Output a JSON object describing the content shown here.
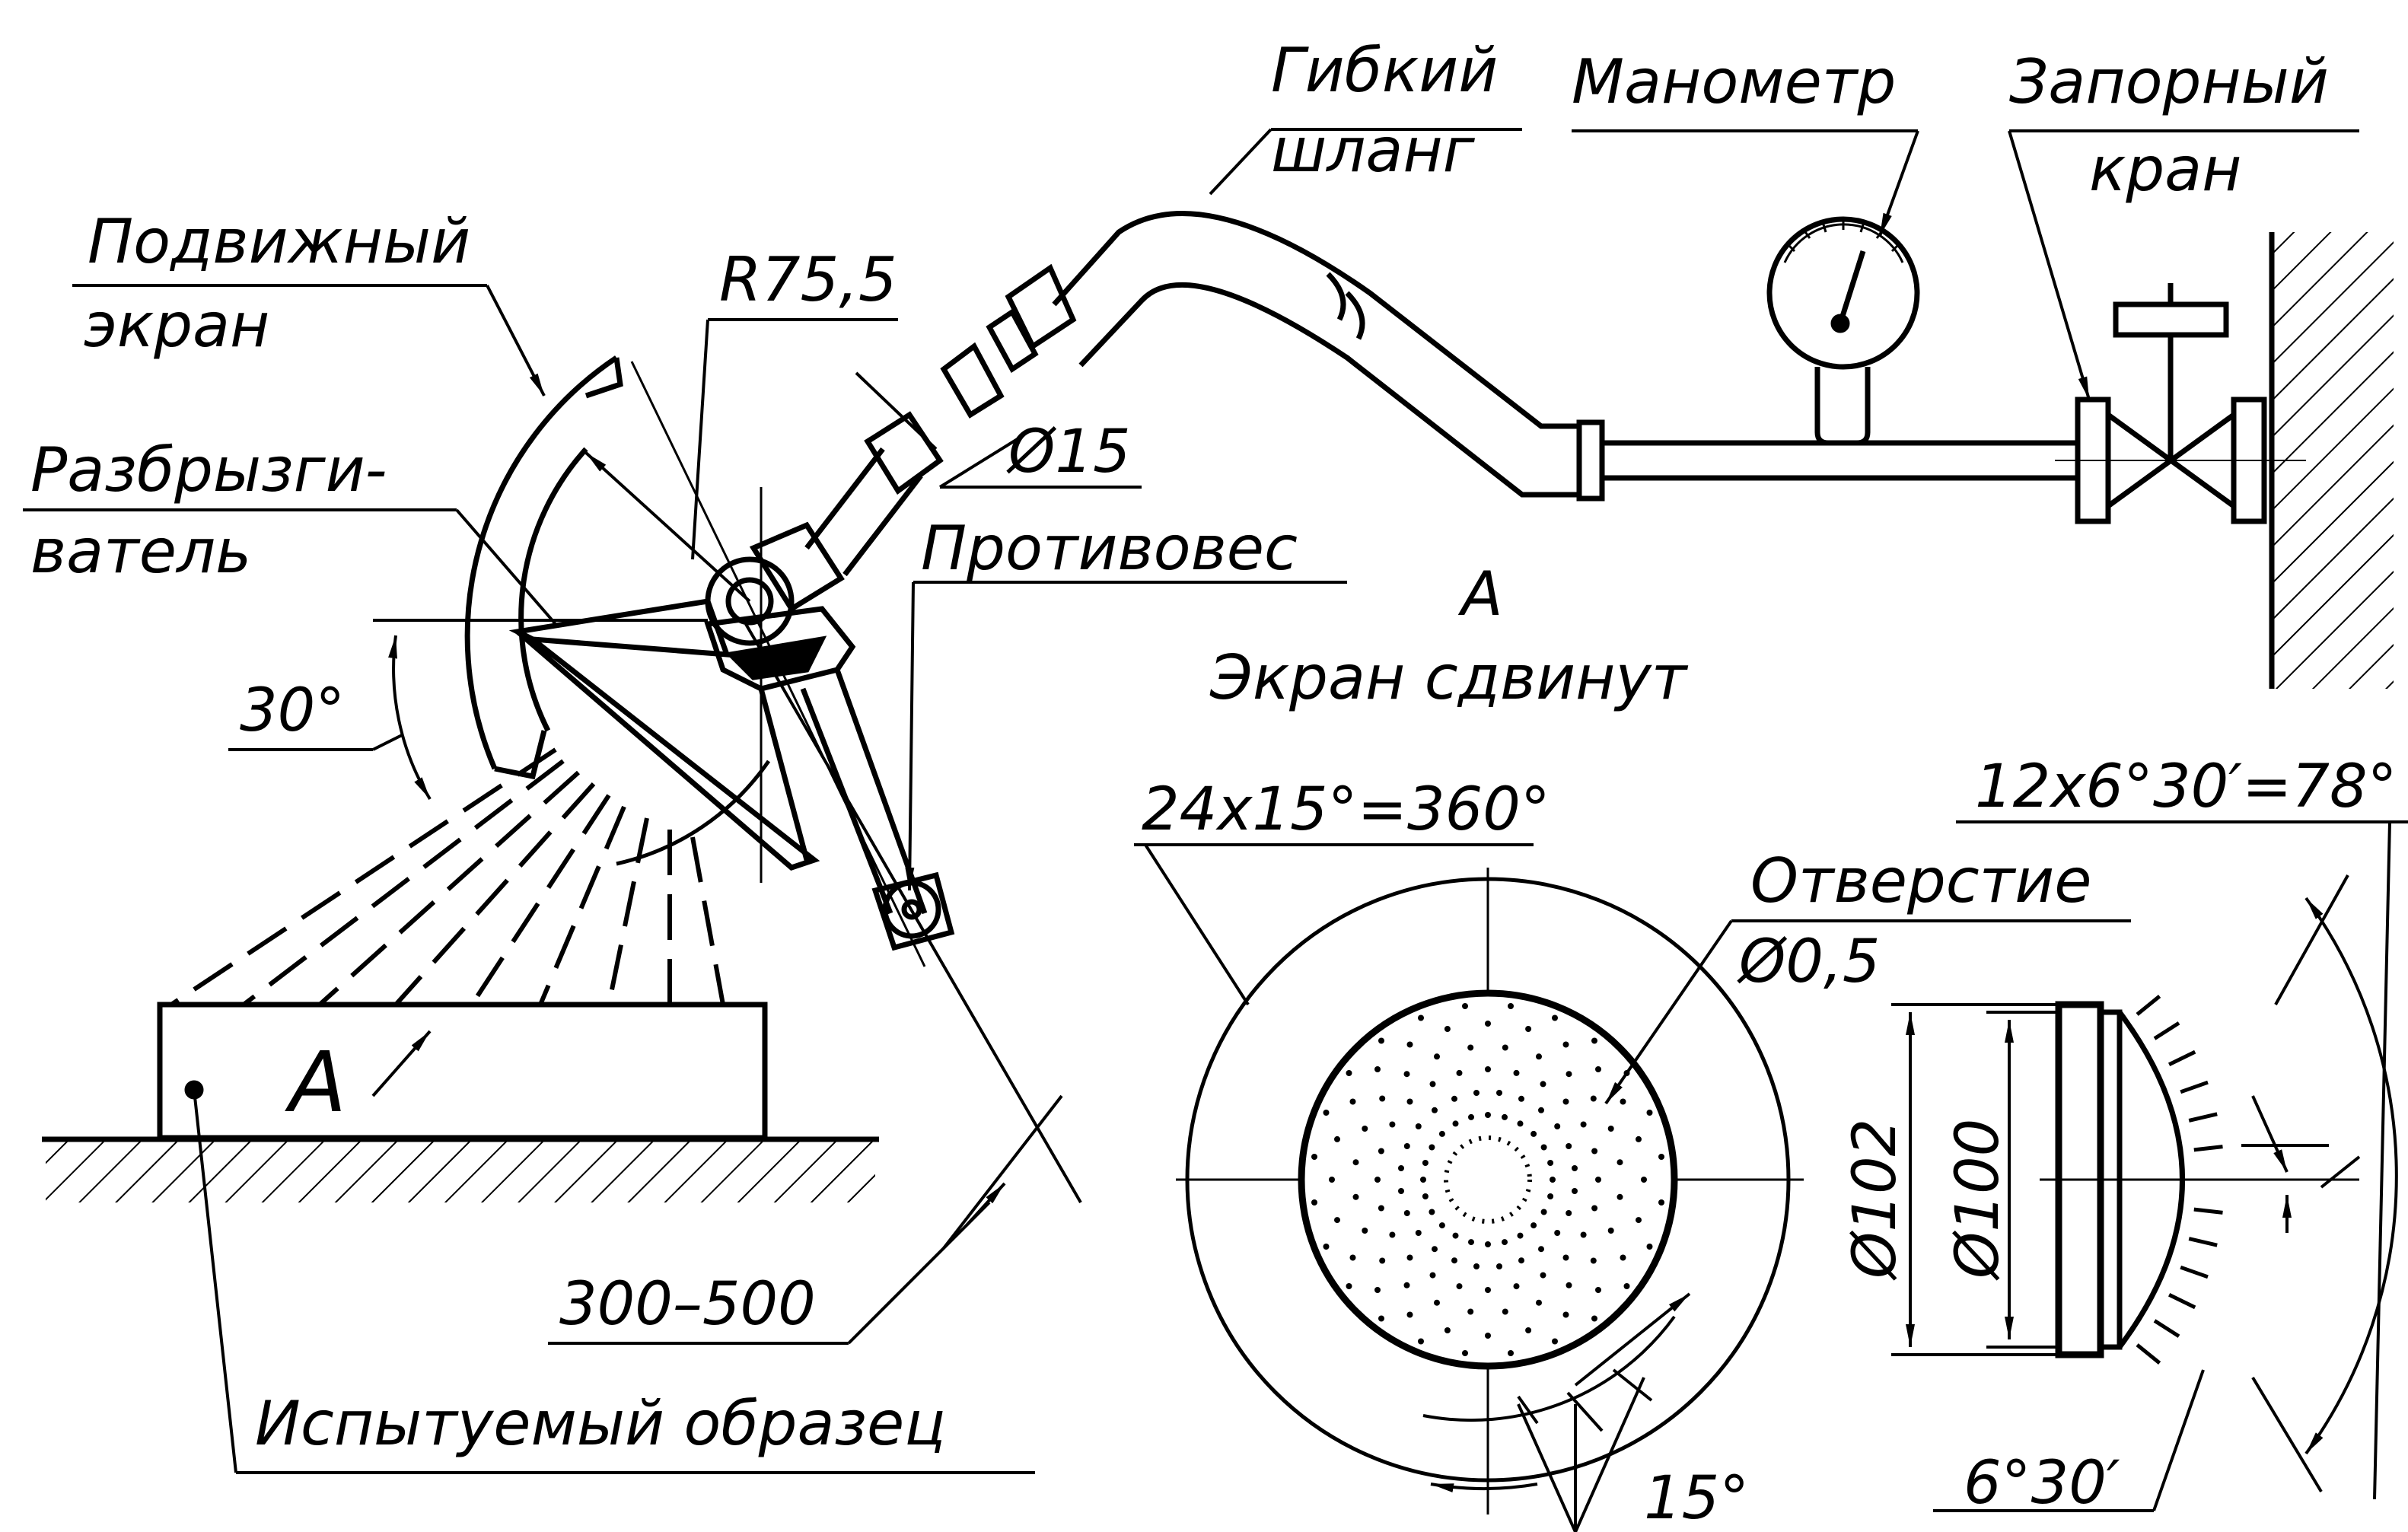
{
  "labels": {
    "flex_hose_1": "Гибкий",
    "flex_hose_2": "шланг",
    "manometer": "Манометр",
    "valve_1": "Запорный",
    "valve_2": "кран",
    "moving_screen_1": "Подвижный",
    "moving_screen_2": "экран",
    "radius": "R75,5",
    "sprayer_1": "Разбрызги-",
    "sprayer_2": "ватель",
    "diam_15": "Ø15",
    "counterweight": "Противовес",
    "view_a": "А",
    "screen_moved": "Экран  сдвинут",
    "angle_30": "30°",
    "view_a_arrow": "А",
    "distance": "300–500",
    "test_sample": "Испытуемый  образец",
    "holes_formula": "24x15°=360°",
    "holes_label": "Отверстие",
    "hole_diam": "Ø0,5",
    "angle_formula": "12x6°30′=78°",
    "diam_102": "Ø102",
    "diam_100": "Ø100",
    "angle_15": "15°",
    "angle_6_30": "6°30′"
  },
  "colors": {
    "line": "#000000",
    "background": "#ffffff"
  }
}
